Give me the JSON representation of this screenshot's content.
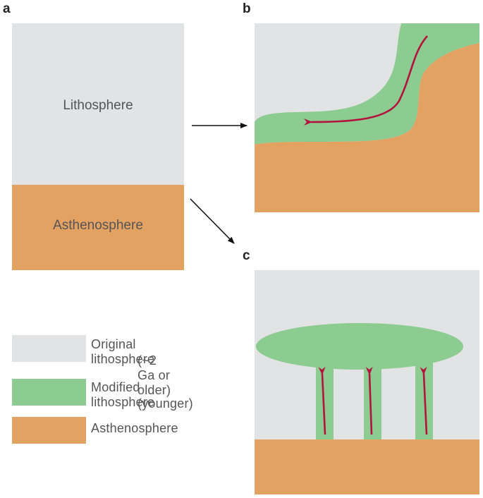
{
  "panels": {
    "a": {
      "letter": "a",
      "lithosphere_label": "Lithosphere",
      "asthenosphere_label": "Asthenosphere"
    },
    "b": {
      "letter": "b"
    },
    "c": {
      "letter": "c"
    }
  },
  "legend": {
    "items": [
      {
        "line1": "Original lithosphere",
        "line2": "(~2 Ga or older)",
        "color": "#e2e3e5"
      },
      {
        "line1": "Modified lithosphere",
        "line2": "(younger)",
        "color": "#8dcc91"
      },
      {
        "line1": "Asthenosphere",
        "line2": "",
        "color": "#e3a162"
      }
    ]
  },
  "colors": {
    "original_lithosphere": "#e2e3e5",
    "modified_lithosphere": "#8dcc91",
    "asthenosphere": "#e3a162",
    "flow_arrow": "#b3133f",
    "transition_arrow": "#111111"
  }
}
